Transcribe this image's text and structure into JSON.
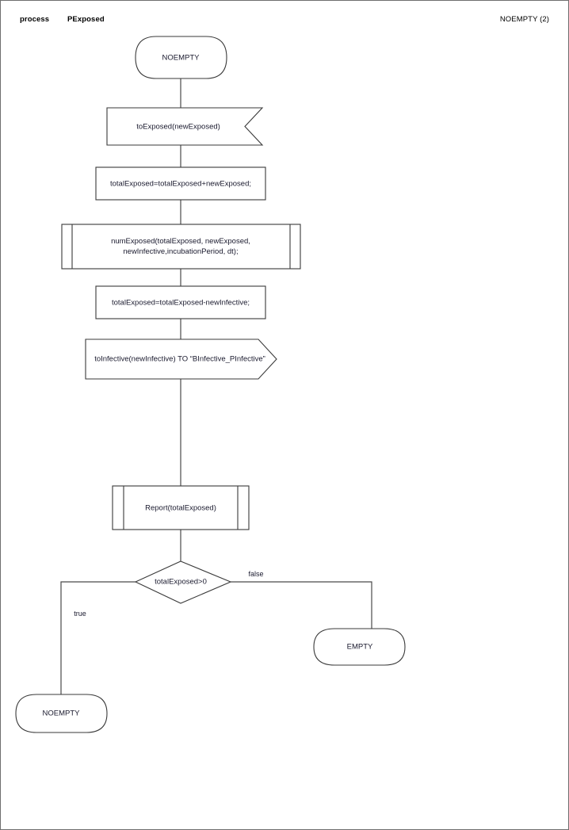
{
  "page": {
    "header_left_1": "process",
    "header_left_2": "PExposed",
    "header_right": "NOEMPTY (2)"
  },
  "chart_data": {
    "type": "diagram",
    "diagram_kind": "flowchart",
    "title": "PExposed process flowchart",
    "nodes": [
      {
        "id": "start",
        "shape": "terminator",
        "label": "NOEMPTY"
      },
      {
        "id": "receive",
        "shape": "signal-receive",
        "label": "toExposed(newExposed)"
      },
      {
        "id": "assign1",
        "shape": "process",
        "label": "totalExposed=totalExposed+newExposed;"
      },
      {
        "id": "subcall",
        "shape": "predefined-process",
        "label": "numExposed(totalExposed, newExposed,\nnewInfective,incubationPeriod, dt);"
      },
      {
        "id": "assign2",
        "shape": "process",
        "label": "totalExposed=totalExposed-newInfective;"
      },
      {
        "id": "send",
        "shape": "signal-send",
        "label": "toInfective(newInfective) TO “BInfective_PInfective”"
      },
      {
        "id": "report",
        "shape": "predefined-process",
        "label": "Report(totalExposed)"
      },
      {
        "id": "decision",
        "shape": "decision",
        "label": "totalExposed>0"
      },
      {
        "id": "end-empty",
        "shape": "terminator",
        "label": "EMPTY"
      },
      {
        "id": "end-noempty",
        "shape": "terminator",
        "label": "NOEMPTY"
      }
    ],
    "edges": [
      {
        "from": "start",
        "to": "receive",
        "label": ""
      },
      {
        "from": "receive",
        "to": "assign1",
        "label": ""
      },
      {
        "from": "assign1",
        "to": "subcall",
        "label": ""
      },
      {
        "from": "subcall",
        "to": "assign2",
        "label": ""
      },
      {
        "from": "assign2",
        "to": "send",
        "label": ""
      },
      {
        "from": "send",
        "to": "report",
        "label": ""
      },
      {
        "from": "report",
        "to": "decision",
        "label": ""
      },
      {
        "from": "decision",
        "to": "end-noempty",
        "label": "true"
      },
      {
        "from": "decision",
        "to": "end-empty",
        "label": "false"
      }
    ],
    "edge_labels": {
      "true": "true",
      "false": "false"
    },
    "colors": {
      "shape_stroke": "#3a3a3a",
      "connector": "#4a4a4a",
      "text": "#1a1a2e",
      "background": "#ffffff",
      "page_border": "#6f6f6f"
    }
  }
}
